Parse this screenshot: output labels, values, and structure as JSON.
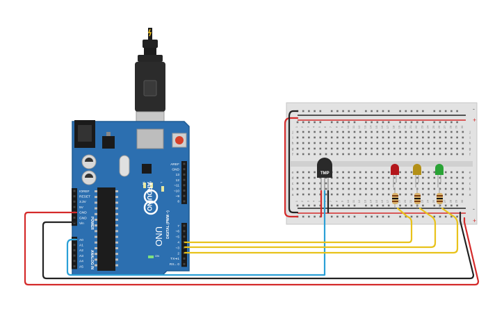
{
  "colors": {
    "board": "#2c6fb0",
    "board_edge": "#1f5b93",
    "breadboard": "#e4e4e4",
    "rail_red": "#d42a2a",
    "rail_black": "#222222",
    "wire_red": "#d42a2a",
    "wire_black": "#222222",
    "wire_blue": "#2a9fd6",
    "wire_yellow": "#e8c21a",
    "led_red": "#b3161b",
    "led_yellow": "#b39018",
    "led_green": "#2aa336",
    "usb_cable": "#1b1b1b"
  },
  "arduino": {
    "brand_label": "ARDUINO",
    "model_label": "UNO",
    "indicator_labels": [
      "TX",
      "RX",
      "L"
    ],
    "on_label": "ON",
    "power_section_label": "POWER",
    "analog_section_label": "ANALOG IN",
    "digital_section_label": "DIGITAL (PWM ~)",
    "power_pin_labels": [
      "IOREF",
      "RESET",
      "3.3V",
      "5V",
      "GND",
      "GND",
      "Vin"
    ],
    "analog_pin_labels": [
      "A0",
      "A1",
      "A2",
      "A3",
      "A4",
      "A5"
    ],
    "digital_pin_labels_top": [
      "AREF",
      "GND",
      "13",
      "12",
      "~11",
      "~10",
      "~9",
      "8"
    ],
    "digital_pin_labels_bottom": [
      "7",
      "~6",
      "~5",
      "4",
      "~3",
      "2",
      "TX➔1",
      "RX←0"
    ]
  },
  "breadboard": {
    "column_numbers": [
      "1",
      "2",
      "3",
      "4",
      "5",
      "6",
      "7",
      "8",
      "9",
      "10",
      "11",
      "12",
      "13",
      "14",
      "15",
      "16",
      "17",
      "18",
      "19",
      "20",
      "21",
      "22",
      "23",
      "24",
      "25",
      "26",
      "27",
      "28",
      "29",
      "30"
    ],
    "row_letters_top": [
      "j",
      "i",
      "h",
      "g",
      "f"
    ],
    "row_letters_bottom": [
      "e",
      "d",
      "c",
      "b",
      "a"
    ],
    "rail_minus": "-",
    "rail_plus": "+"
  },
  "sensor": {
    "label": "TMP"
  }
}
